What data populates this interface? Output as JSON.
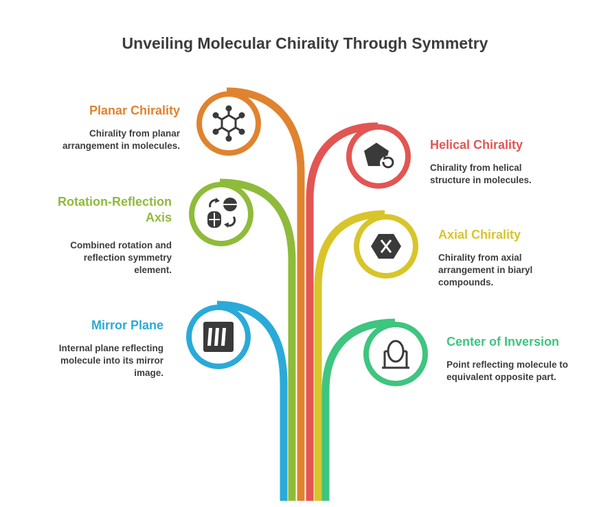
{
  "title": "Unveiling Molecular Chirality Through Symmetry",
  "items": [
    {
      "heading": "Planar Chirality",
      "desc": "Chirality from planar\narrangement in molecules.",
      "icon": "molecule-hexagon-icon",
      "color": "#e0832f"
    },
    {
      "heading": "Helical Chirality",
      "desc": "Chirality from helical\nstructure in molecules.",
      "icon": "pentagon-rotate-icon",
      "color": "#e35552"
    },
    {
      "heading": "Rotation-Reflection\nAxis",
      "desc": "Combined rotation and\nreflection symmetry\nelement.",
      "icon": "rotate-reflect-icon",
      "color": "#8fbb3a"
    },
    {
      "heading": "Axial Chirality",
      "desc": "Chirality from axial\narrangement in biaryl\ncompounds.",
      "icon": "hexagon-x-icon",
      "color": "#d8c52a"
    },
    {
      "heading": "Mirror Plane",
      "desc": "Internal plane reflecting\nmolecule into its mirror\nimage.",
      "icon": "mirror-stripes-icon",
      "color": "#2aaad8"
    },
    {
      "heading": "Center of Inversion",
      "desc": "Point reflecting molecule to\nequivalent opposite part.",
      "icon": "standing-mirror-icon",
      "color": "#3ec57f"
    }
  ]
}
